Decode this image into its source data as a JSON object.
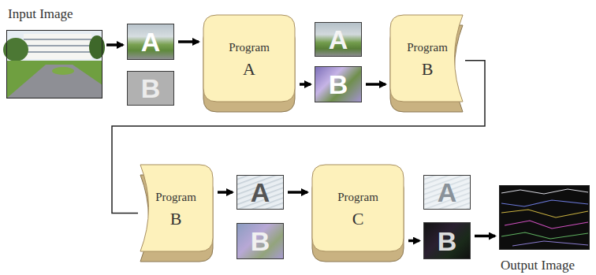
{
  "diagram": {
    "nodes": [
      {
        "text": [
          "Input Image"
        ]
      },
      {
        "text": [
          "A"
        ]
      },
      {
        "text": [
          "B"
        ]
      },
      {
        "text": [
          "Program",
          "A"
        ]
      },
      {
        "text": [
          "A"
        ]
      },
      {
        "text": [
          "B"
        ]
      },
      {
        "text": [
          "Program",
          "B"
        ]
      },
      {
        "text": [
          "Program",
          "B"
        ]
      },
      {
        "text": [
          "A"
        ]
      },
      {
        "text": [
          "B"
        ]
      },
      {
        "text": [
          "Program",
          "C"
        ]
      },
      {
        "text": [
          "A"
        ]
      },
      {
        "text": [
          "B"
        ]
      },
      {
        "text": [
          "Output Image"
        ]
      }
    ],
    "edges": [
      {
        "from": 0,
        "to": 1,
        "arrow": "to"
      },
      {
        "from": 1,
        "to": 3,
        "arrow": "to"
      },
      {
        "from": 3,
        "to": 5,
        "arrow": "to"
      },
      {
        "from": 5,
        "to": 6,
        "arrow": "to"
      },
      {
        "from": 6,
        "to": 7,
        "arrow": "none"
      },
      {
        "from": 7,
        "to": 8,
        "arrow": "to"
      },
      {
        "from": 8,
        "to": 10,
        "arrow": "to"
      },
      {
        "from": 10,
        "to": 12,
        "arrow": "to"
      },
      {
        "from": 12,
        "to": 13,
        "arrow": "to"
      }
    ]
  }
}
